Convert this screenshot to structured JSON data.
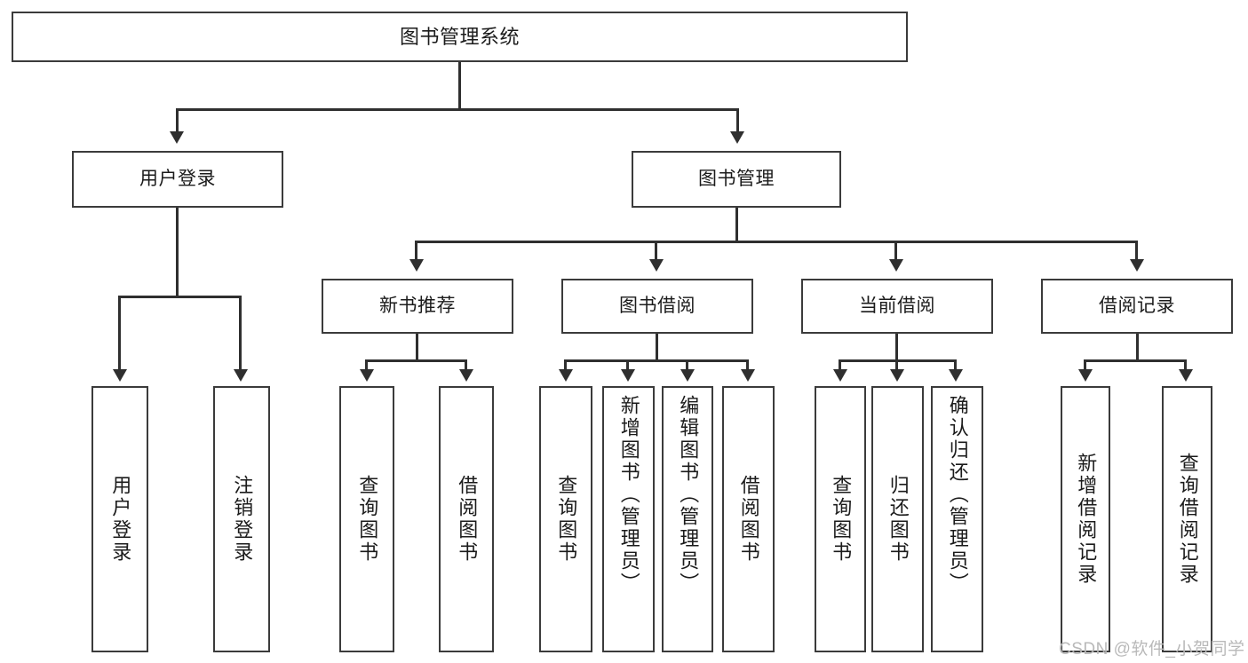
{
  "diagram": {
    "title": "图书管理系统",
    "type": "tree-hierarchy-chart",
    "watermark": "CSDN @软件_小贺同学",
    "colors": {
      "box_border": "#3b3b3b",
      "connector": "#2f2f2f",
      "text": "#1b1b1b",
      "background": "#ffffff",
      "watermark": "#b9b9b9"
    },
    "root": {
      "label": "图书管理系统"
    },
    "level2": [
      {
        "label": "用户登录"
      },
      {
        "label": "图书管理"
      }
    ],
    "level3": [
      {
        "label": "新书推荐"
      },
      {
        "label": "图书借阅"
      },
      {
        "label": "当前借阅"
      },
      {
        "label": "借阅记录"
      }
    ],
    "leaves": {
      "user_login": [
        {
          "label": "用户登录"
        },
        {
          "label": "注销登录"
        }
      ],
      "new_book_recommend": [
        {
          "label": "查询图书"
        },
        {
          "label": "借阅图书"
        }
      ],
      "book_borrow": [
        {
          "label": "查询图书"
        },
        {
          "label": "新增图书（管理员）"
        },
        {
          "label": "编辑图书（管理员）"
        },
        {
          "label": "借阅图书"
        }
      ],
      "current_borrow": [
        {
          "label": "查询图书"
        },
        {
          "label": "归还图书"
        },
        {
          "label": "确认归还（管理员）"
        }
      ],
      "borrow_record": [
        {
          "label": "新增借阅记录"
        },
        {
          "label": "查询借阅记录"
        }
      ]
    }
  }
}
